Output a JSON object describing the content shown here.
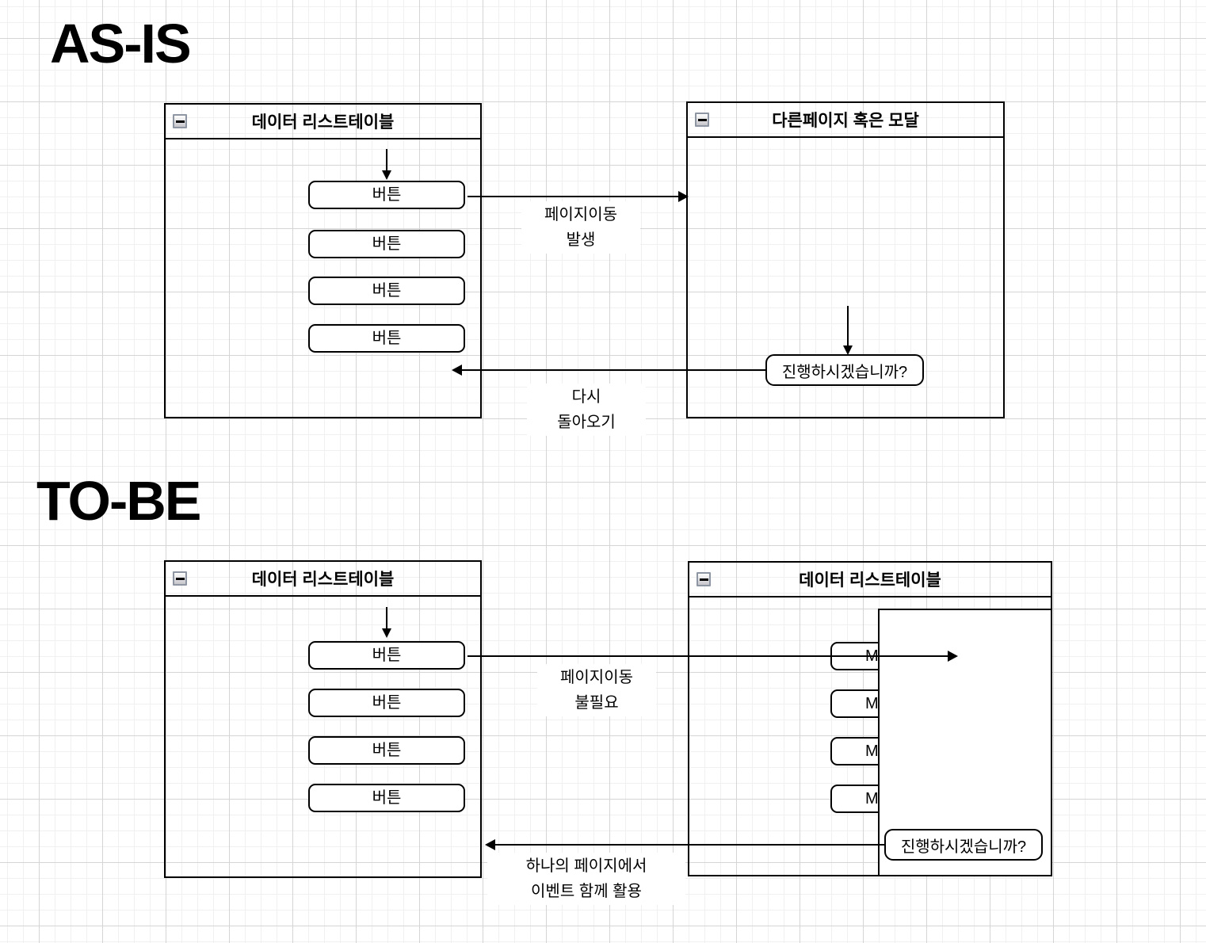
{
  "colors": {
    "stroke": "#000000",
    "shape_fill": "#ffffff",
    "grid_minor": "#f0f0f0",
    "grid_major": "#d5d5d5"
  },
  "as_is": {
    "heading": "AS-IS",
    "source_window": {
      "title": "데이터 리스트테이블",
      "minimize_icon": "minimize",
      "buttons": [
        "버튼",
        "버튼",
        "버튼",
        "버튼"
      ]
    },
    "target_window": {
      "title": "다른페이지 혹은 모달",
      "minimize_icon": "minimize",
      "dialog_label": "진행하시겠습니까?"
    },
    "forward_arrow_label": {
      "line1": "페이지이동",
      "line2": "발생"
    },
    "return_arrow_label": {
      "line1": "다시",
      "line2": "돌아오기"
    }
  },
  "to_be": {
    "heading": "TO-BE",
    "source_window": {
      "title": "데이터 리스트테이블",
      "minimize_icon": "minimize",
      "buttons": [
        "버튼",
        "버튼",
        "버튼",
        "버튼"
      ]
    },
    "target_window": {
      "title": "데이터 리스트테이블",
      "minimize_icon": "minimize",
      "buttons": [
        "M",
        "M",
        "M",
        "M"
      ],
      "dialog_label": "진행하시겠습니까?"
    },
    "forward_arrow_label": {
      "line1": "페이지이동",
      "line2": "불필요"
    },
    "return_arrow_label": {
      "line1": "하나의 페이지에서",
      "line2": "이벤트 함께 활용"
    }
  }
}
